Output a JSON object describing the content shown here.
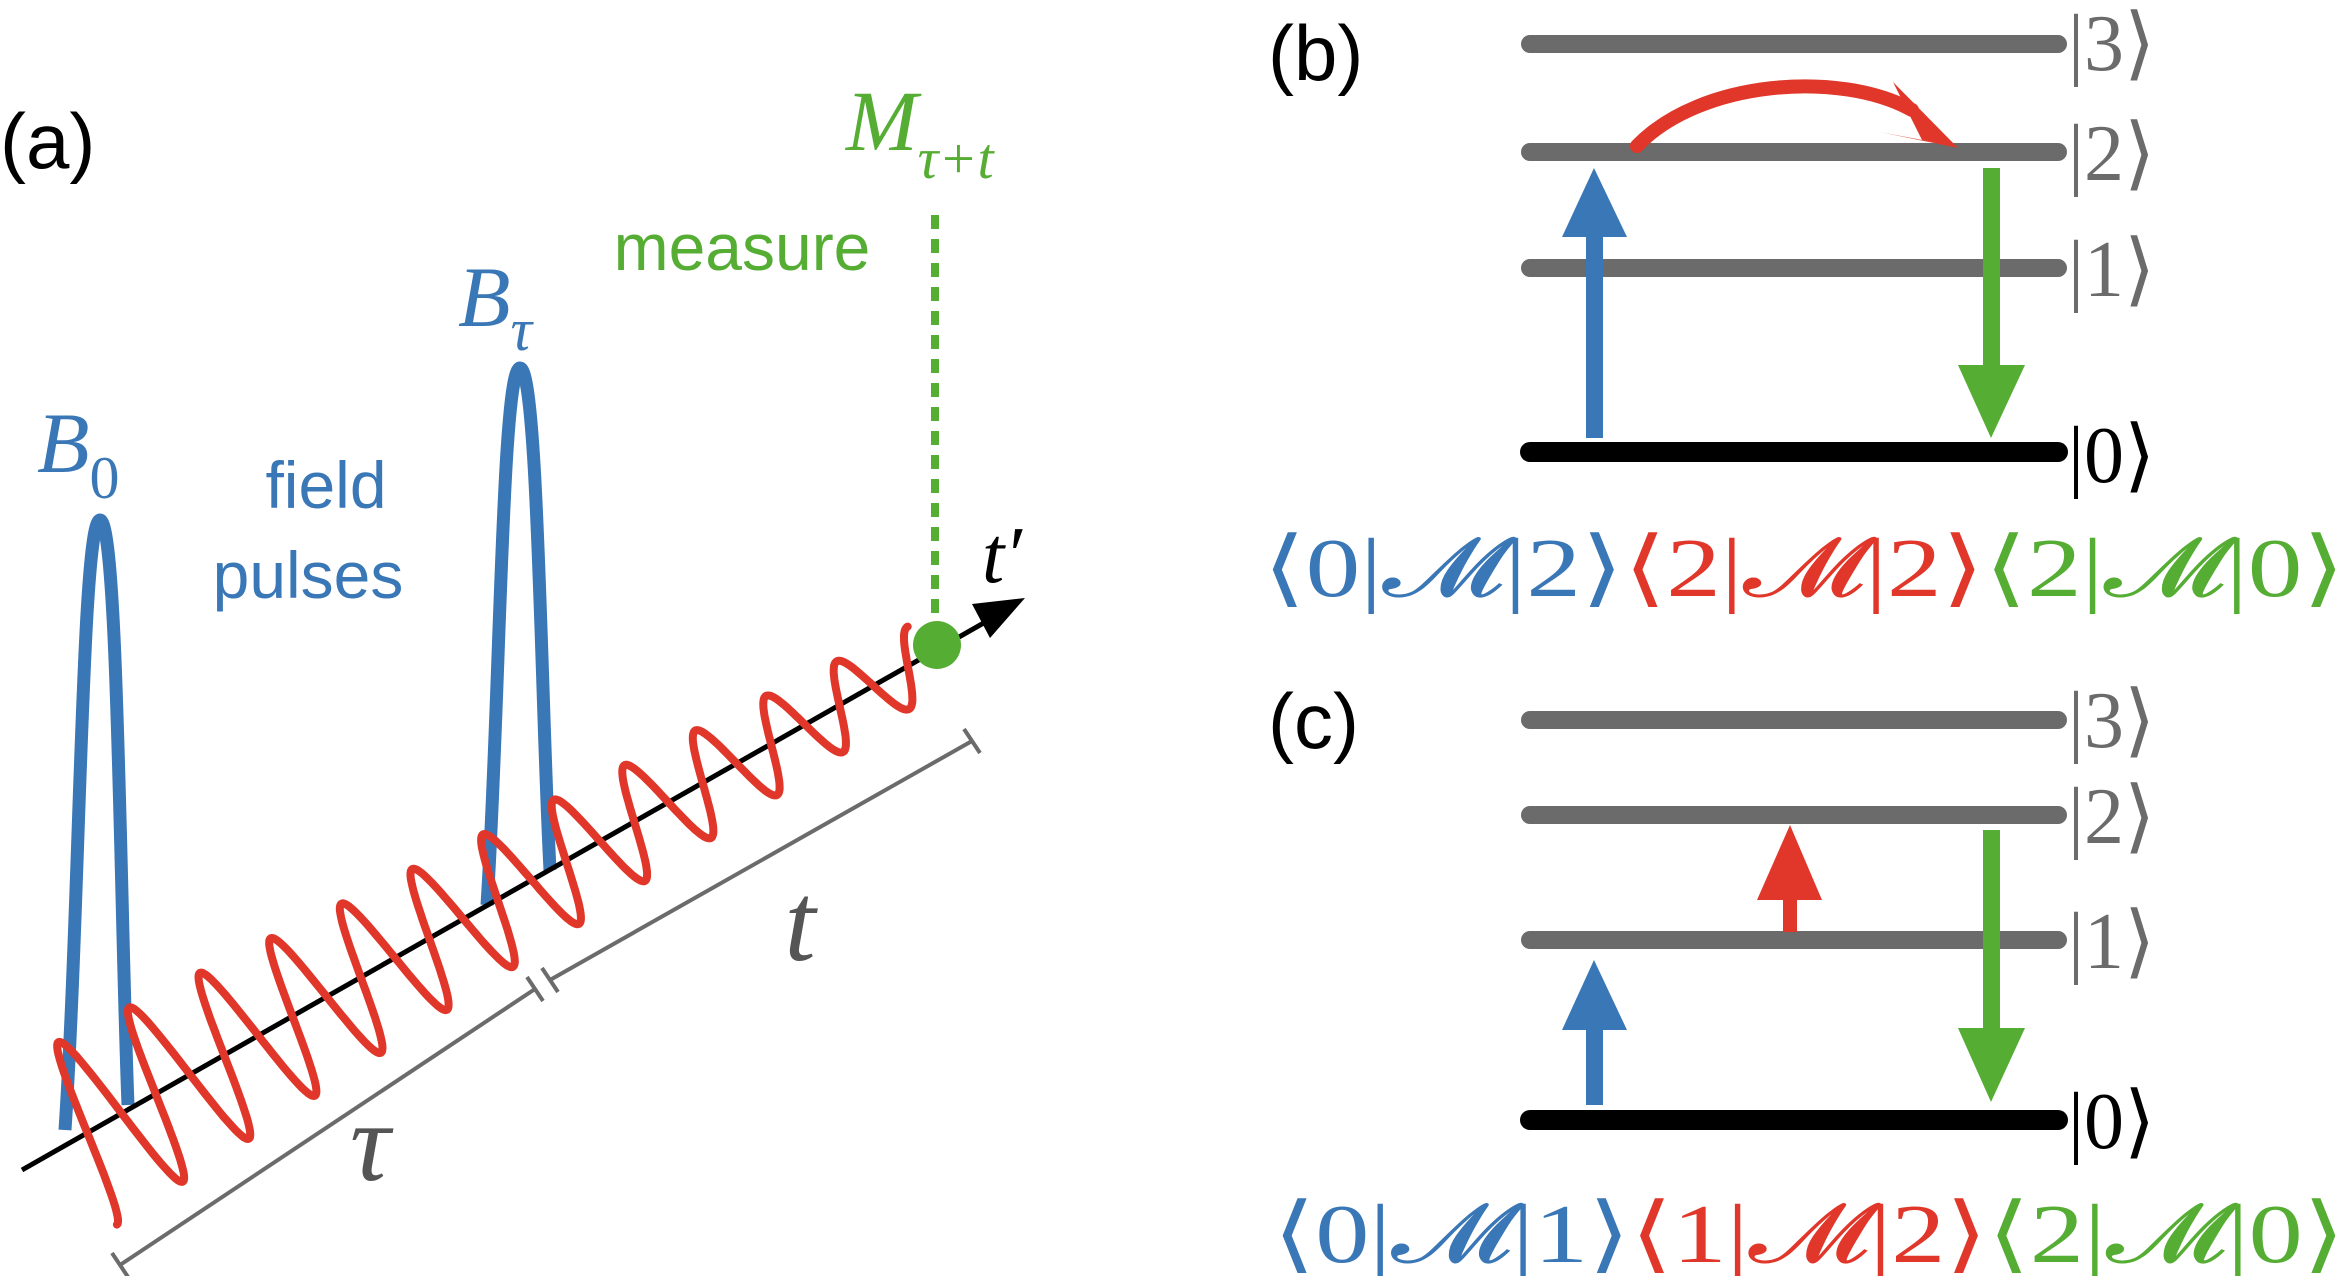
{
  "colors": {
    "blue": "#3a77b6",
    "red": "#e0372a",
    "green": "#55ad34",
    "gray": "#6b6b6b",
    "black": "#000000"
  },
  "panel_a": {
    "label": "(a)",
    "pulse_b0": {
      "symbol": "B",
      "sub": "0"
    },
    "pulse_btau": {
      "symbol": "B",
      "sub": "τ"
    },
    "field_pulses_line1": "field",
    "field_pulses_line2": "pulses",
    "measure": "measure",
    "measurement": {
      "symbol": "M",
      "sub": "τ+t"
    },
    "axis_label": "t′",
    "tau_label": "τ",
    "t_label": "t"
  },
  "panel_b": {
    "label": "(b)",
    "levels": [
      "|3⟩",
      "|2⟩",
      "|1⟩",
      "|0⟩"
    ],
    "pathway": [
      {
        "text": "⟨0|𝓜|2⟩",
        "color": "blue"
      },
      {
        "text": "⟨2|𝓜|2⟩",
        "color": "red"
      },
      {
        "text": "⟨2|𝓜|0⟩",
        "color": "green"
      }
    ]
  },
  "panel_c": {
    "label": "(c)",
    "levels": [
      "|3⟩",
      "|2⟩",
      "|1⟩",
      "|0⟩"
    ],
    "pathway": [
      {
        "text": "⟨0|𝓜|1⟩",
        "color": "blue"
      },
      {
        "text": "⟨1|𝓜|2⟩",
        "color": "red"
      },
      {
        "text": "⟨2|𝓜|0⟩",
        "color": "green"
      }
    ]
  }
}
